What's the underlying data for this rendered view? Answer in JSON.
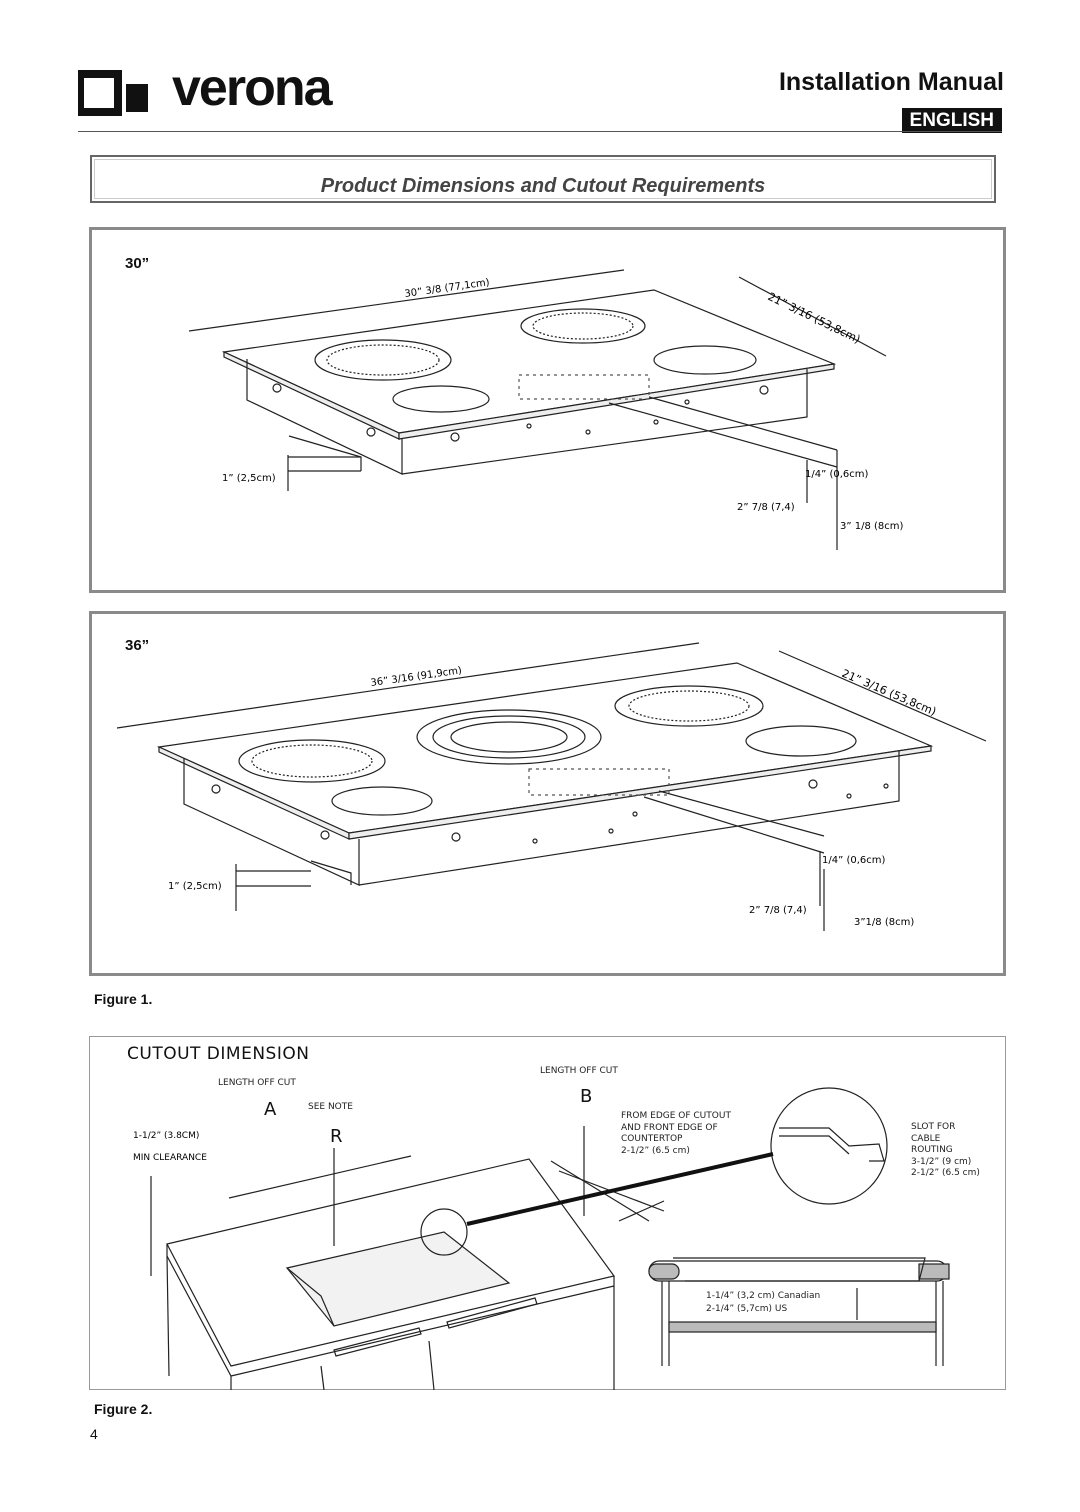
{
  "header": {
    "brand": "verona",
    "manual_title": "Installation Manual",
    "language": "ENGLISH"
  },
  "section": {
    "title": "Product Dimensions and Cutout Requirements"
  },
  "figure1": {
    "label": "Figure 1.",
    "panel30": {
      "size": "30”",
      "width": "30” 3/8 (77,1cm)",
      "depth": "21” 3/16 (53,8cm)",
      "side": "1” (2,5cm)",
      "top": "1/4” (0,6cm)",
      "body": "2” 7/8 (7,4)",
      "total": "3” 1/8 (8cm)"
    },
    "panel36": {
      "size": "36”",
      "width": "36” 3/16 (91,9cm)",
      "depth": "21” 3/16 (53,8cm)",
      "side": "1” (2,5cm)",
      "top": "1/4” (0,6cm)",
      "body": "2” 7/8 (7,4)",
      "total": "3”1/8 (8cm)"
    }
  },
  "figure2": {
    "label": "Figure 2.",
    "title": "CUTOUT DIMENSION",
    "length_off_cut_a": "LENGTH OFF CUT",
    "length_off_cut_b": "LENGTH OFF CUT",
    "letter_a": "A",
    "letter_b": "B",
    "letter_r": "R",
    "see_note": "SEE NOTE",
    "clearance_1": "1-1/2” (3.8CM)",
    "clearance_2": "MIN CLEARANCE",
    "from_edge_1": "FROM EDGE OF CUTOUT",
    "from_edge_2": "AND FRONT EDGE OF",
    "from_edge_3": "COUNTERTOP",
    "from_edge_4": "2-1/2” (6.5 cm)",
    "slot_1": "SLOT FOR",
    "slot_2": "CABLE",
    "slot_3": "ROUTING",
    "slot_4": "3-1/2” (9 cm)",
    "slot_5": "2-1/2” (6.5 cm)",
    "canadian": "1-1/4” (3,2 cm) Canadian",
    "us": "2-1/4” (5,7cm) US"
  },
  "page_number": "4"
}
